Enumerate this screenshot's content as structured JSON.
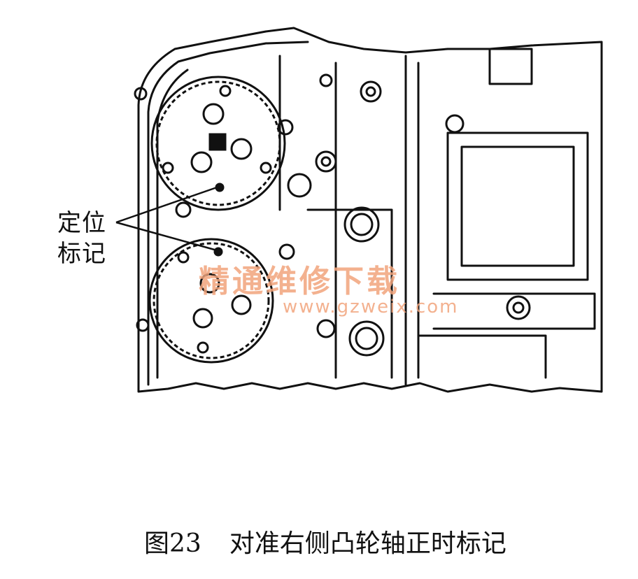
{
  "callout": {
    "line1": "定位",
    "line2": "标记"
  },
  "watermark": {
    "text": "精通维修下载",
    "url": "www.gzweix.com"
  },
  "caption": {
    "figure": "图23",
    "text": "对准右侧凸轮轴正时标记"
  },
  "colors": {
    "line": "#111111",
    "watermark": "#f2a47c",
    "background": "#ffffff"
  }
}
